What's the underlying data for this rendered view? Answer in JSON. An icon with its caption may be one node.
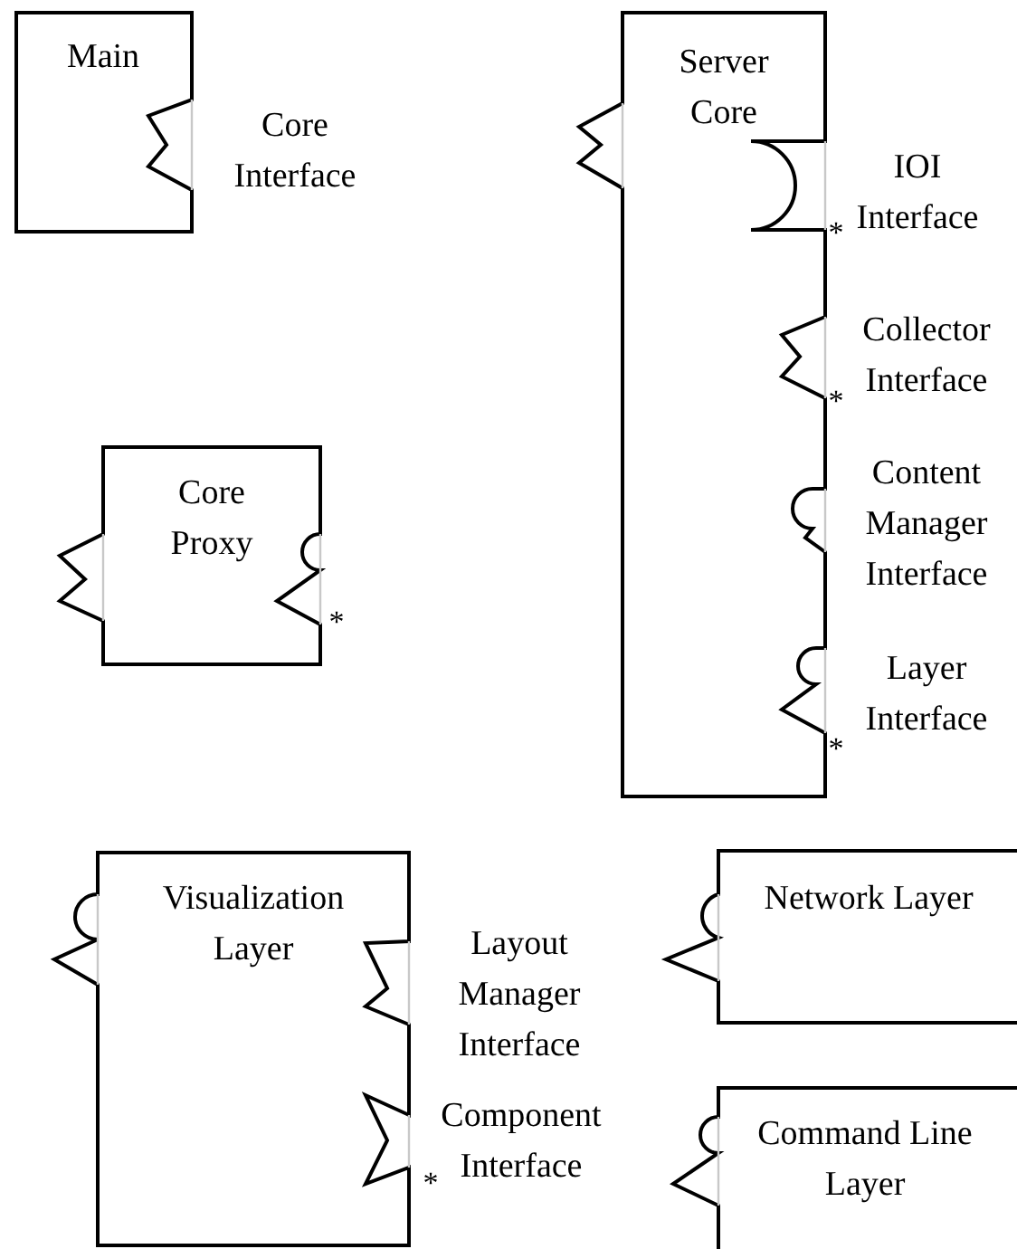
{
  "diagram": {
    "nodes": [
      {
        "text": [
          "Main"
        ]
      },
      {
        "text": [
          "Server Core"
        ]
      },
      {
        "text": [
          "Core Proxy"
        ]
      },
      {
        "text": [
          "Visualization Layer"
        ]
      },
      {
        "text": [
          "Network Layer"
        ]
      },
      {
        "text": [
          "Command Line Layer"
        ]
      }
    ],
    "labels": [
      "Core Interface",
      "IOI Interface",
      "*",
      "Collector Interface",
      "*",
      "Content Manager Interface",
      "Layer Interface",
      "*",
      "*",
      "Layout Manager Interface",
      "Component Interface",
      "*"
    ]
  }
}
